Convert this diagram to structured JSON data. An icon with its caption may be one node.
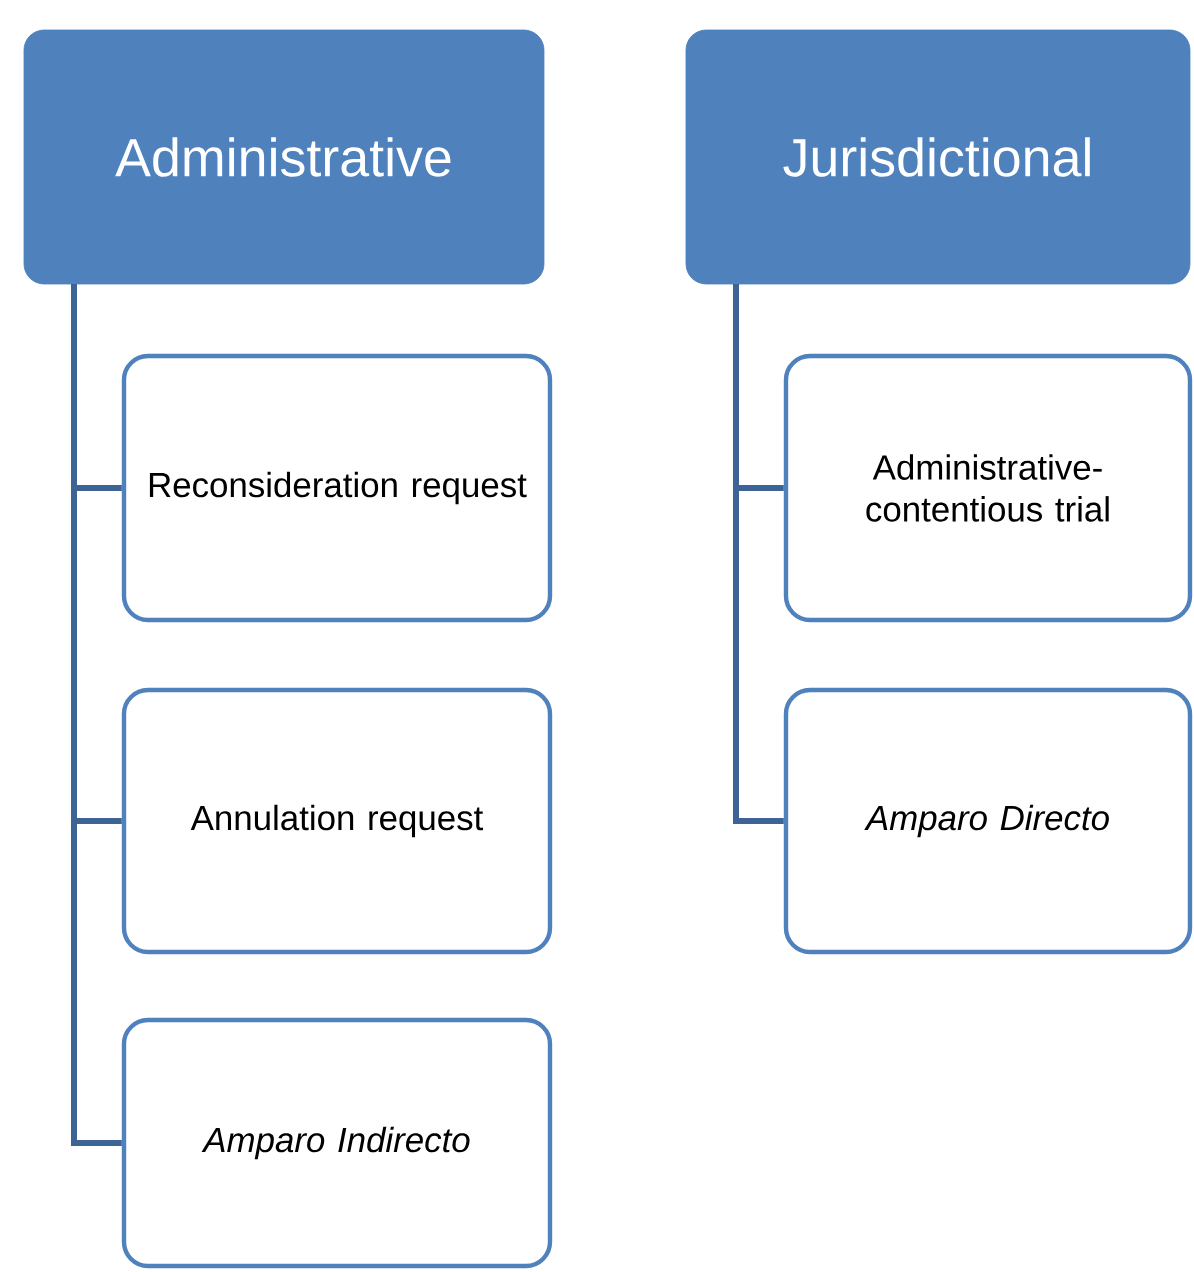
{
  "diagram": {
    "nodes": [
      {
        "text": [
          "Administrative"
        ]
      },
      {
        "text": [
          "Reconsideration request"
        ]
      },
      {
        "text": [
          "Annulation request"
        ]
      },
      {
        "text": [
          "Amparo Indirecto"
        ]
      },
      {
        "text": [
          "Jurisdictional"
        ]
      },
      {
        "text": [
          "Administrative-contentious trial"
        ]
      },
      {
        "text": [
          "Amparo Directo"
        ]
      }
    ],
    "edges": [
      {
        "from": 0,
        "to": 1,
        "arrow": "none"
      },
      {
        "from": 0,
        "to": 2,
        "arrow": "none"
      },
      {
        "from": 0,
        "to": 3,
        "arrow": "none"
      },
      {
        "from": 4,
        "to": 5,
        "arrow": "none"
      },
      {
        "from": 4,
        "to": 6,
        "arrow": "none"
      }
    ]
  }
}
